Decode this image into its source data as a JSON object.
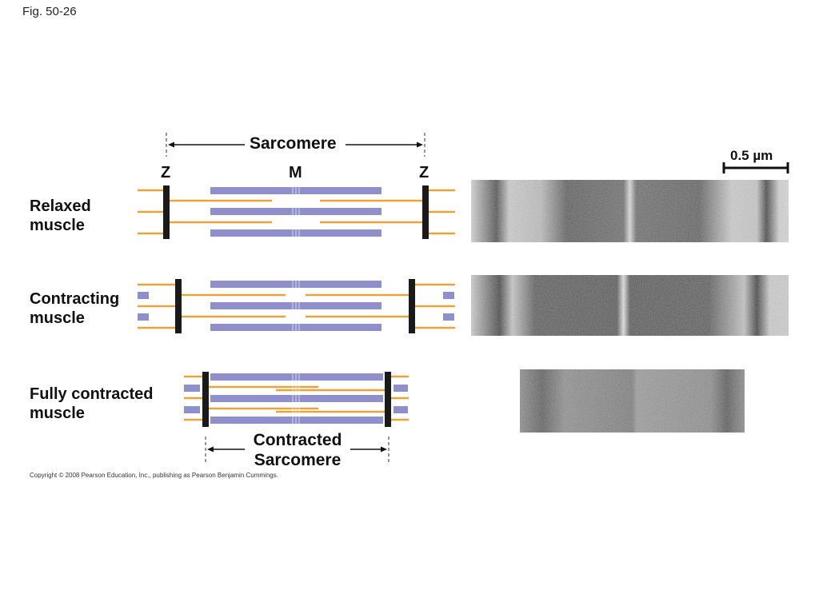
{
  "figure": {
    "label": "Fig. 50-26"
  },
  "rows": [
    {
      "id": "relaxed",
      "label_line1": "Relaxed",
      "label_line2": "muscle"
    },
    {
      "id": "contracting",
      "label_line1": "Contracting",
      "label_line2": "muscle"
    },
    {
      "id": "fully",
      "label_line1": "Fully contracted",
      "label_line2": "muscle"
    }
  ],
  "markers": {
    "z_left": "Z",
    "m": "M",
    "z_right": "Z"
  },
  "sarcomere": {
    "label": "Sarcomere"
  },
  "contracted_sarcomere": {
    "line1": "Contracted",
    "line2": "Sarcomere"
  },
  "scale_bar": {
    "label": "0.5 µm"
  },
  "colors": {
    "thin_filament": "#e8a33a",
    "thick_filament": "#8f8fcc",
    "z_disc": "#1a1a1a",
    "micrograph": "#7a7a7a"
  },
  "copyright": "Copyright © 2008 Pearson Education, Inc., publishing as Pearson Benjamin Cummings."
}
